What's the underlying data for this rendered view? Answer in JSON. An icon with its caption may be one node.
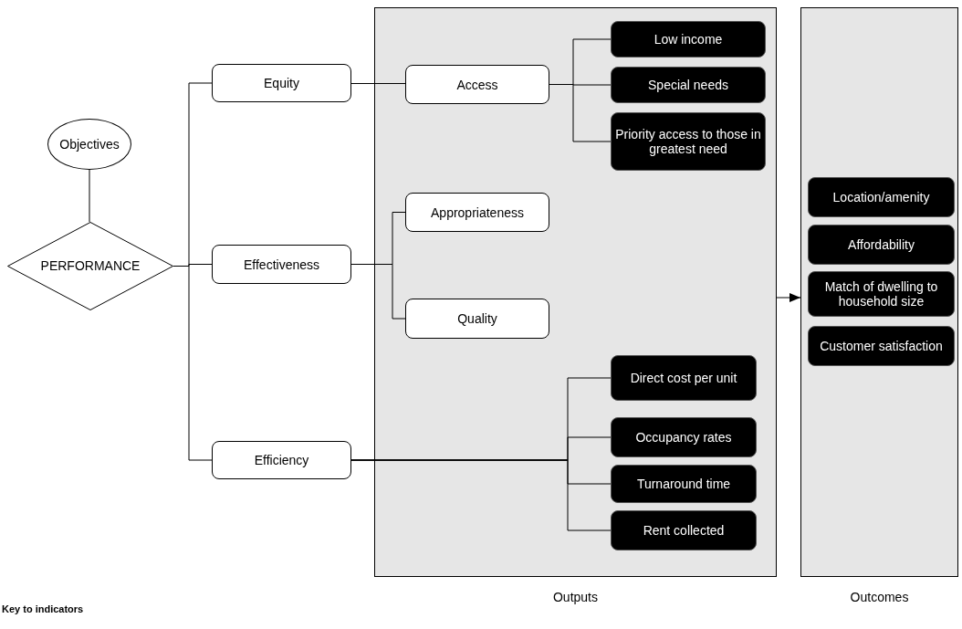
{
  "diagram": {
    "nodes": [
      {
        "text": [
          "Objectives"
        ]
      },
      {
        "text": [
          "PERFORMANCE"
        ]
      },
      {
        "text": [
          "Equity"
        ]
      },
      {
        "text": [
          "Effectiveness"
        ]
      },
      {
        "text": [
          "Efficiency"
        ]
      },
      {
        "text": [
          "Outputs"
        ]
      },
      {
        "text": [
          "Access"
        ],
        "in": 5
      },
      {
        "text": [
          "Low income"
        ],
        "in": 5
      },
      {
        "text": [
          "Special needs"
        ],
        "in": 5
      },
      {
        "text": [
          "Priority access to those in greatest need"
        ],
        "in": 5
      },
      {
        "text": [
          "Appropriateness"
        ],
        "in": 5
      },
      {
        "text": [
          "Quality"
        ],
        "in": 5
      },
      {
        "text": [
          "Direct cost per unit"
        ],
        "in": 5
      },
      {
        "text": [
          "Occupancy rates"
        ],
        "in": 5
      },
      {
        "text": [
          "Turnaround time"
        ],
        "in": 5
      },
      {
        "text": [
          "Rent collected"
        ],
        "in": 5
      },
      {
        "text": [
          "Outcomes"
        ]
      },
      {
        "text": [
          "Location/amenity"
        ],
        "in": 16
      },
      {
        "text": [
          "Affordability"
        ],
        "in": 16
      },
      {
        "text": [
          "Match of dwelling to household size"
        ],
        "in": 16
      },
      {
        "text": [
          "Customer satisfaction"
        ],
        "in": 16
      }
    ],
    "edges": [
      {
        "from": 0,
        "to": 1,
        "arrow": "none"
      },
      {
        "from": 1,
        "to": 2,
        "arrow": "none"
      },
      {
        "from": 1,
        "to": 3,
        "arrow": "none"
      },
      {
        "from": 1,
        "to": 4,
        "arrow": "none"
      },
      {
        "from": 2,
        "to": 6,
        "arrow": "none"
      },
      {
        "from": 6,
        "to": 7,
        "arrow": "none"
      },
      {
        "from": 6,
        "to": 8,
        "arrow": "none"
      },
      {
        "from": 6,
        "to": 9,
        "arrow": "none"
      },
      {
        "from": 3,
        "to": 10,
        "arrow": "none"
      },
      {
        "from": 3,
        "to": 11,
        "arrow": "none"
      },
      {
        "from": 4,
        "to": 12,
        "arrow": "none"
      },
      {
        "from": 4,
        "to": 13,
        "arrow": "none"
      },
      {
        "from": 4,
        "to": 14,
        "arrow": "none"
      },
      {
        "from": 4,
        "to": 15,
        "arrow": "none"
      },
      {
        "from": 5,
        "to": 16,
        "arrow": "to"
      }
    ],
    "labels": [
      "Key to indicators"
    ]
  }
}
